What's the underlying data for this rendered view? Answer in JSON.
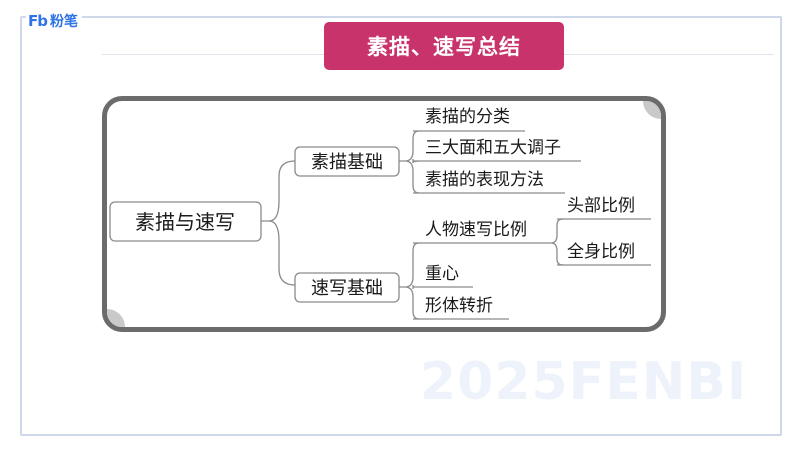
{
  "brand": {
    "mark": "Fb",
    "name": "粉笔"
  },
  "title": "素描、速写总结",
  "watermark": "2025FENBI",
  "mindmap": {
    "root": "素描与速写",
    "branches": [
      {
        "label": "素描基础",
        "children": [
          "素描的分类",
          "三大面和五大调子",
          "素描的表现方法"
        ]
      },
      {
        "label": "速写基础",
        "children": [
          {
            "label": "人物速写比例",
            "children": [
              "头部比例",
              "全身比例"
            ]
          },
          "重心",
          "形体转折"
        ]
      }
    ]
  }
}
